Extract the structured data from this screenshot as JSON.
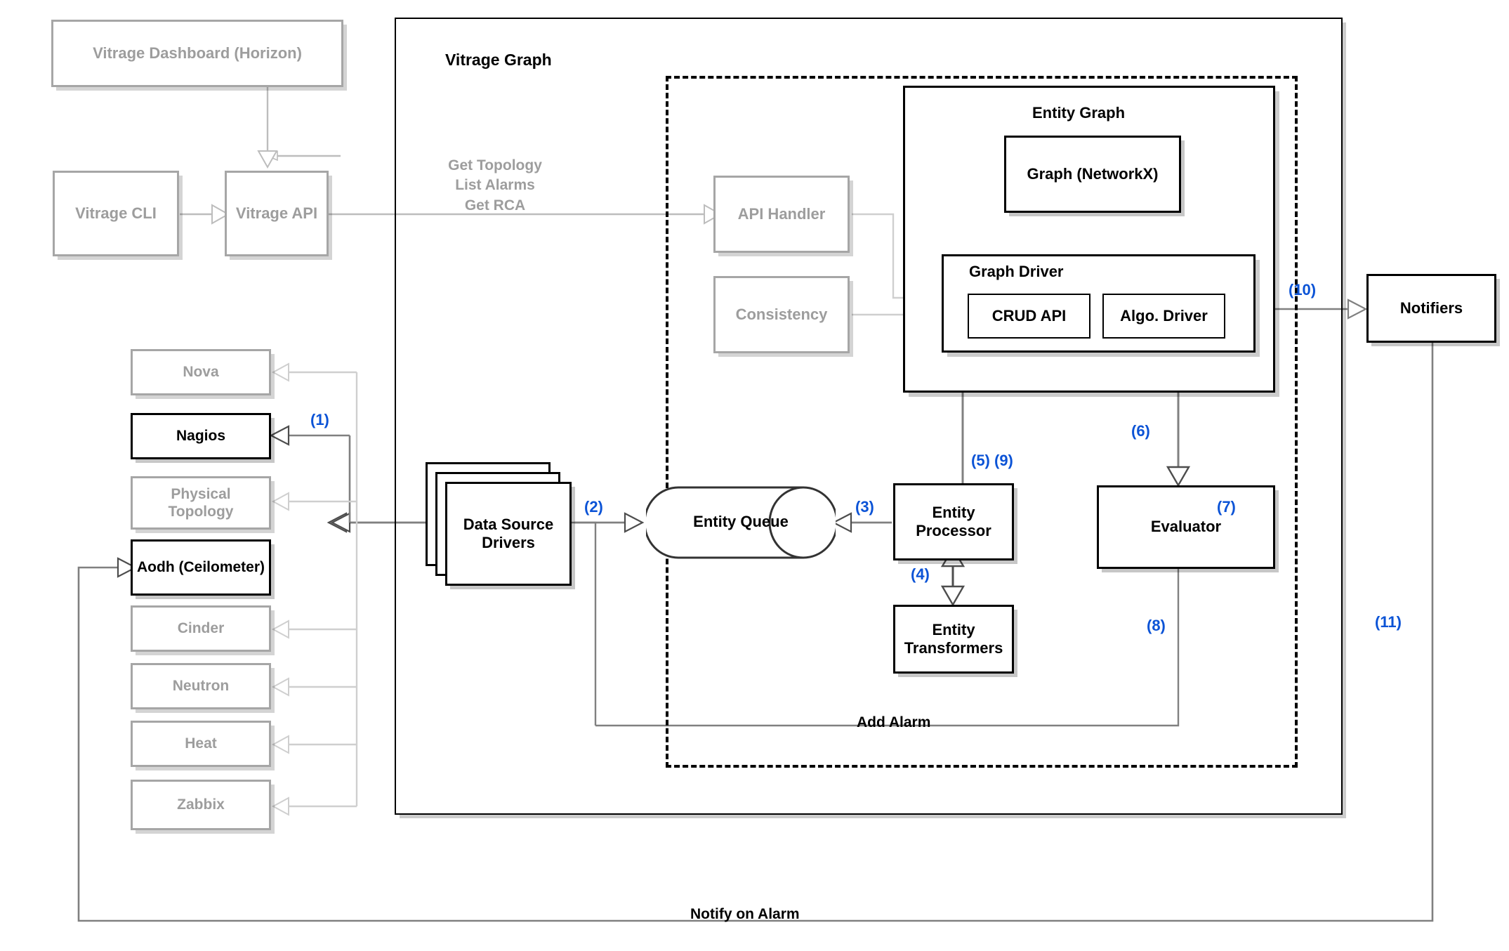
{
  "diagram": {
    "title": "Vitrage Graph",
    "external": {
      "dashboard": "Vitrage Dashboard (Horizon)",
      "cli": "Vitrage CLI",
      "api": "Vitrage API",
      "api_calls": "Get Topology\nList Alarms\n Get RCA"
    },
    "vitrage_graph": {
      "label": "Vitrage Graph",
      "api_handler": "API Handler",
      "consistency": "Consistency",
      "entity_graph": {
        "label": "Entity Graph",
        "graph": "Graph (NetworkX)",
        "graph_driver": {
          "label": "Graph Driver",
          "crud_api": "CRUD API",
          "algo_driver": "Algo. Driver"
        }
      },
      "entity_queue": "Entity Queue",
      "entity_processor": "Entity Processor",
      "entity_transformers": "Entity Transformers",
      "evaluator": "Evaluator",
      "data_source_drivers": "Data Source Drivers",
      "add_alarm": "Add Alarm"
    },
    "notifiers": "Notifiers",
    "notify_on_alarm": "Notify on Alarm",
    "data_sources": [
      {
        "label": "Nova",
        "active": false
      },
      {
        "label": "Nagios",
        "active": true
      },
      {
        "label": "Physical Topology",
        "active": false
      },
      {
        "label": "Aodh (Ceilometer)",
        "active": true
      },
      {
        "label": "Cinder",
        "active": false
      },
      {
        "label": "Neutron",
        "active": false
      },
      {
        "label": "Heat",
        "active": false
      },
      {
        "label": "Zabbix",
        "active": false
      }
    ],
    "steps": {
      "s1": "(1)",
      "s2": "(2)",
      "s3": "(3)",
      "s4": "(4)",
      "s59": "(5) (9)",
      "s6": "(6)",
      "s7": "(7)",
      "s8": "(8)",
      "s10": "(10)",
      "s11": "(11)"
    },
    "colors": {
      "step_blue": "#0b53d6",
      "active_black": "#000000",
      "inactive_grey": "#9d9d9d",
      "wire_grey": "#b3b3b3",
      "wire_dark": "#808080"
    }
  }
}
